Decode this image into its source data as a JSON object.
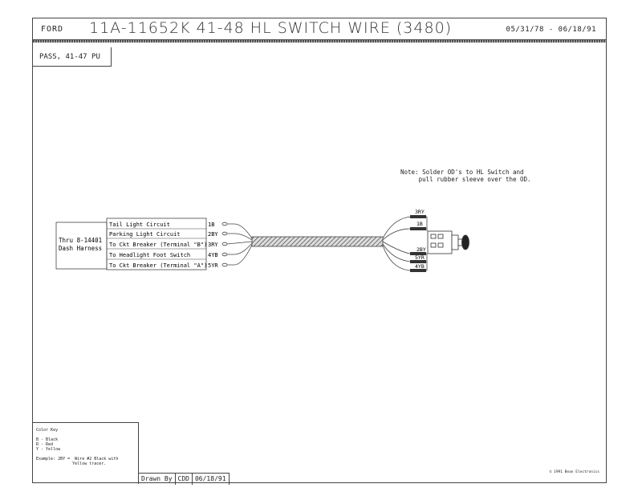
{
  "header": {
    "brand": "FORD",
    "title": "11A-11652K  41-48 HL SWITCH WIRE (3480)",
    "dates": "05/31/78 - 06/18/91",
    "model": "PASS, 41-47 PU"
  },
  "note": "Note: Solder OD's to HL Switch and\n     pull rubber sleeve over the OD.",
  "harness": {
    "label": "Thru 8-14401\nDash Harness",
    "circuits": [
      {
        "name": "Tail Light Circuit",
        "code": "1B"
      },
      {
        "name": "Parking Light Circuit",
        "code": "2BY"
      },
      {
        "name": "To Ckt Breaker (Terminal \"B\")",
        "code": "3RY"
      },
      {
        "name": "To Headlight Foot Switch",
        "code": "4YB"
      },
      {
        "name": "To Ckt Breaker (Terminal \"A\")",
        "code": "5YR"
      }
    ],
    "switch_end_labels": [
      "3RY",
      "1B",
      "2BY",
      "5YR",
      "4YB"
    ]
  },
  "color_key": {
    "title": "Color Key",
    "entries": [
      "B - Black",
      "R - Red",
      "Y - Yellow"
    ],
    "example": "Example: 2BY =  Wire #2 Black with\n               Yellow tracer."
  },
  "footer": {
    "drawn_by_label": "Drawn By",
    "drawn_by": "CDD",
    "date": "06/18/91",
    "copyright": "© 1991 Bean Electronics"
  }
}
